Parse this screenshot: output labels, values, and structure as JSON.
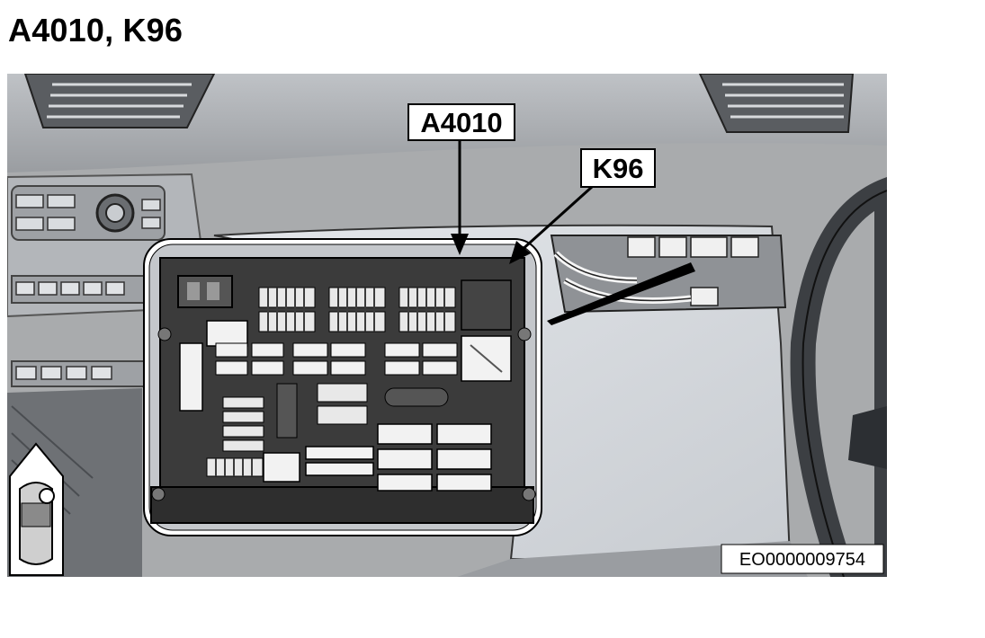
{
  "page": {
    "title": "A4010, K96"
  },
  "figure": {
    "callouts": [
      {
        "label": "A4010"
      },
      {
        "label": "K96"
      }
    ],
    "reference_code": "EO0000009754",
    "colors": {
      "background_gray": "#a7a7a7",
      "dashboard_light": "#cfd3d8",
      "fuse_box_dark": "#3b3b3b",
      "fuse_white": "#f2f2f2",
      "outline": "#000000"
    }
  }
}
